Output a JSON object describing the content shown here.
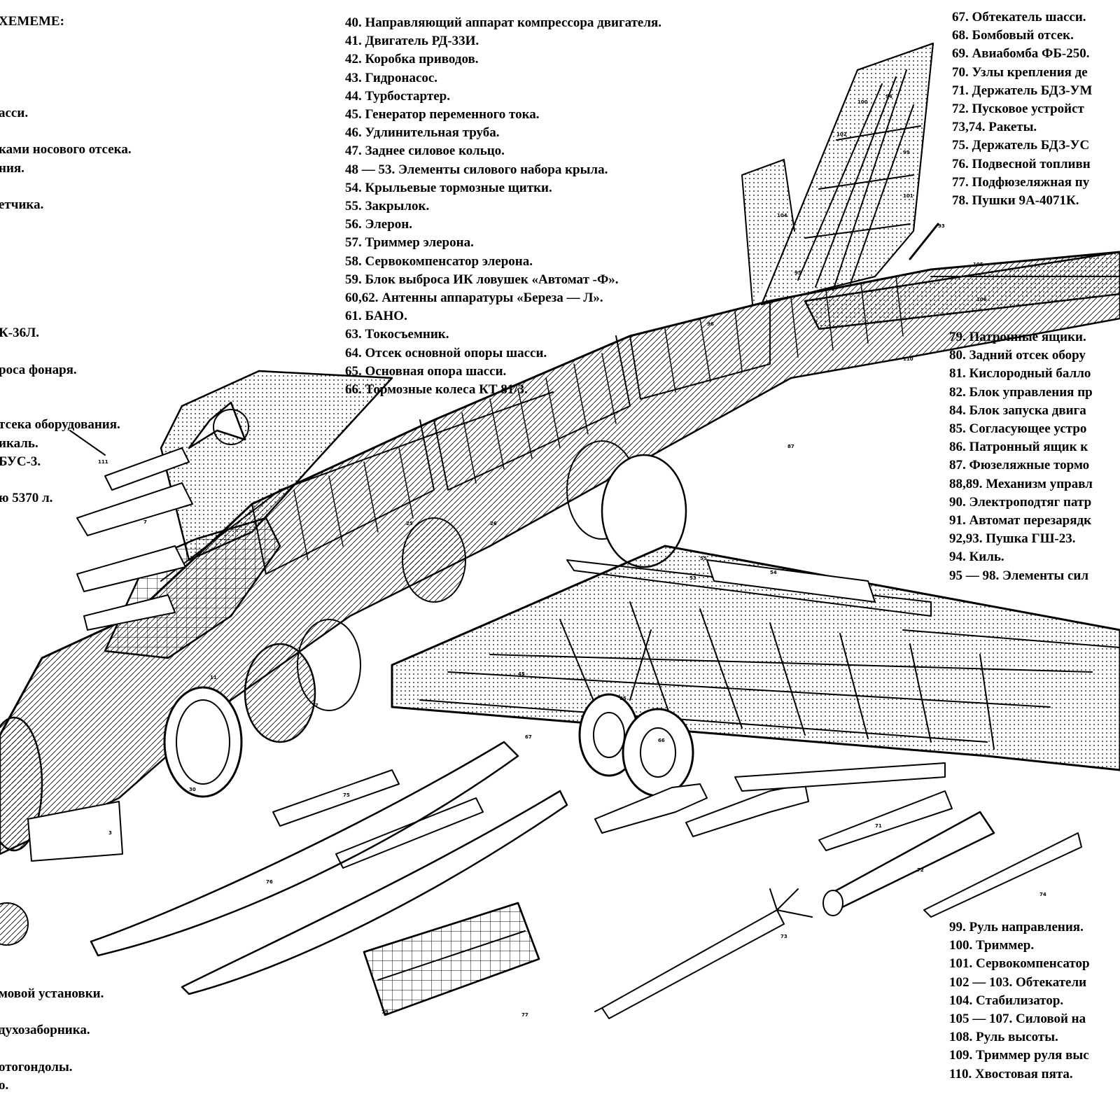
{
  "legend_left": [
    "ХЕМЕМЕ:",
    "",
    "",
    "",
    "",
    "асси.",
    "",
    "ками носового отсека.",
    "ния.",
    "",
    "етчика.",
    "",
    "",
    "",
    "",
    "",
    "",
    "К-36Л.",
    "",
    "роса фонаря.",
    "",
    "",
    "тсека оборудования.",
    "икаль.",
    "БУС-3.",
    "",
    "ю 5370 л.",
    "",
    "",
    "",
    "",
    "",
    "",
    "",
    "",
    "",
    "",
    "",
    "",
    "",
    "",
    "",
    "",
    "",
    "",
    "",
    "",
    "",
    "",
    "",
    "",
    "",
    "",
    "мовой установки.",
    "",
    "духозаборника.",
    "",
    "отогондолы.",
    "о."
  ],
  "legend_middle": [
    "40. Направляющий аппарат компрессора двигателя.",
    "41. Двигатель РД-33И.",
    "42. Коробка приводов.",
    "43. Гидронасос.",
    "44. Турбостартер.",
    "45. Генератор переменного тока.",
    "46. Удлинительная труба.",
    "47. Заднее силовое кольцо.",
    "48 — 53. Элементы силового набора крыла.",
    "54. Крыльевые тормозные щитки.",
    "55. Закрылок.",
    "56. Элерон.",
    "57. Триммер элерона.",
    "58. Сервокомпенсатор элерона.",
    "59. Блок выброса ИК ловушек «Автомат -Ф».",
    "60,62. Антенны аппаратуры «Береза — Л».",
    "61. БАНО.",
    "63. Токосъемник.",
    "64. Отсек основной опоры шасси.",
    "65. Основная опора шасси.",
    "66. Тормозные колеса КТ 81/3."
  ],
  "legend_right_top": [
    "67. Обтекатель шасси.",
    "68. Бомбовый отсек.",
    "69. Авиабомба ФБ-250.",
    "70. Узлы крепления де",
    "71. Держатель БДЗ-УМ",
    "72. Пусковое устройст",
    "73,74. Ракеты.",
    "75. Держатель БДЗ-УС",
    "76. Подвесной топливн",
    "77. Подфюзеляжная пу",
    "78. Пушки 9А-4071К."
  ],
  "legend_right_middle": [
    "79. Патронные ящики.",
    "80. Задний отсек обору",
    "81. Кислородный балло",
    "82. Блок управления пр",
    "84. Блок запуска двига",
    "85. Согласующее устро",
    "86. Патронный ящик к",
    "87. Фюзеляжные тормо",
    "88,89. Механизм управл",
    "90. Электроподтяг патр",
    "91. Автомат перезарядк",
    "92,93. Пушка ГШ-23.",
    "94. Киль.",
    "95 — 98. Элементы сил"
  ],
  "legend_right_bottom": [
    "99. Руль направления.",
    "100. Триммер.",
    "101. Сервокомпенсатор",
    "102 — 103. Обтекатели",
    "104. Стабилизатор.",
    "105 — 107. Силовой на",
    "108. Руль высоты.",
    "109. Триммер руля выс",
    "110. Хвостовая пята."
  ],
  "callout_labels": {
    "c94": "94",
    "c100": "100",
    "c102": "102",
    "c99": "99",
    "c101": "101",
    "c104": "104",
    "c95": "95",
    "c96": "96",
    "c93": "93",
    "c105": "105",
    "c106": "106",
    "c110": "110",
    "c87": "87",
    "c55": "55",
    "c54": "54",
    "c53": "53",
    "c45": "45",
    "c66": "66",
    "c65": "65",
    "c67": "67",
    "c37": "37",
    "c11": "11",
    "c30": "30",
    "c25": "25",
    "c26": "26",
    "c7": "7",
    "c111": "111",
    "c76": "76",
    "c75": "75",
    "c79": "79",
    "c77": "77",
    "c73": "73",
    "c71": "71",
    "c72": "72",
    "c74": "74",
    "c3": "3"
  },
  "colors": {
    "ink": "#000000",
    "paper": "#ffffff"
  }
}
